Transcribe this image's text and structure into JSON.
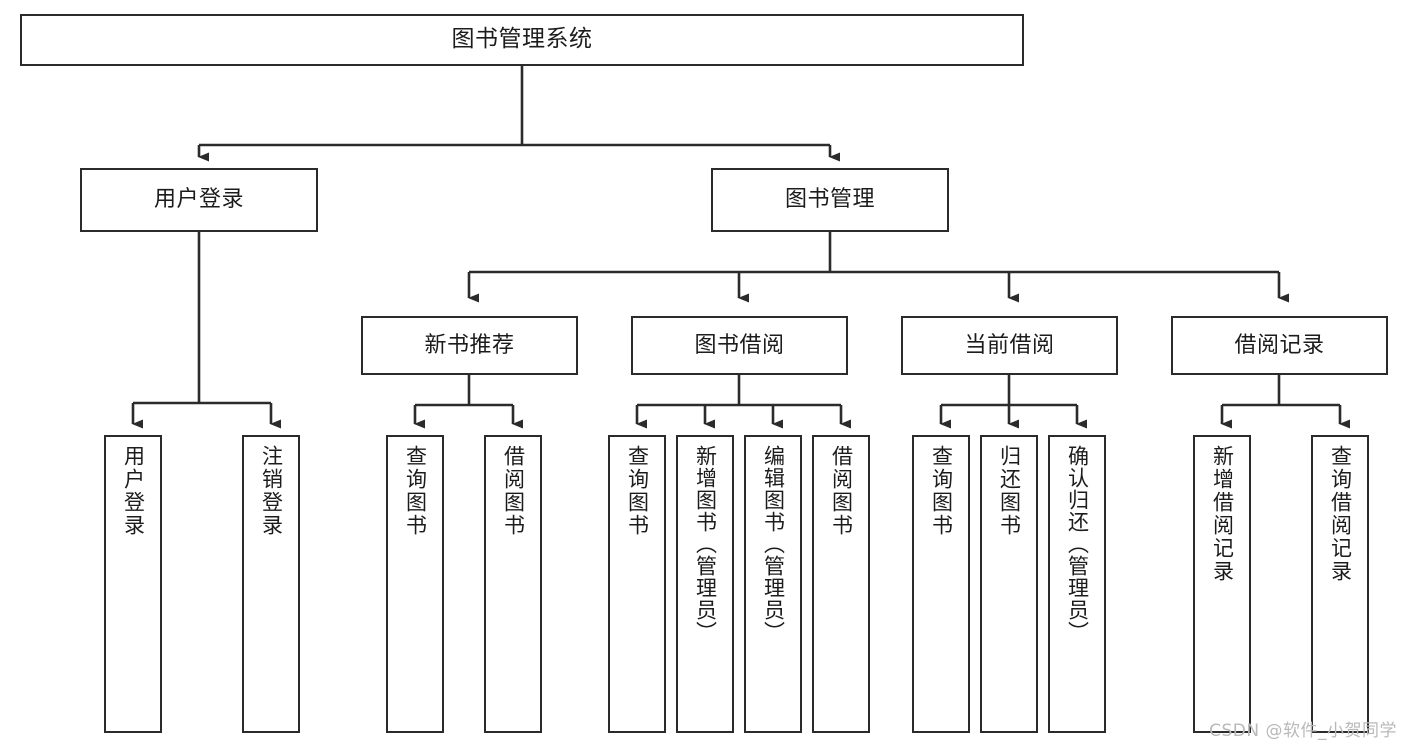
{
  "diagram": {
    "type": "tree",
    "title": "图书管理系统",
    "background_color": "#ffffff",
    "box_border_color": "#2b2b2b",
    "text_color": "#1c1c1c",
    "connector_color": "#2b2b2b",
    "levels": 4
  },
  "root": {
    "label": "图书管理系统"
  },
  "level2": [
    {
      "label": "用户登录"
    },
    {
      "label": "图书管理"
    }
  ],
  "level3": [
    {
      "label": "新书推荐"
    },
    {
      "label": "图书借阅"
    },
    {
      "label": "当前借阅"
    },
    {
      "label": "借阅记录"
    }
  ],
  "leaves": {
    "user_login": [
      {
        "label": "用户登录"
      },
      {
        "label": "注销登录"
      }
    ],
    "new_book_recommend": [
      {
        "label": "查询图书"
      },
      {
        "label": "借阅图书"
      }
    ],
    "book_borrow": [
      {
        "label": "查询图书"
      },
      {
        "label": "新增图书（管理员）"
      },
      {
        "label": "编辑图书（管理员）"
      },
      {
        "label": "借阅图书"
      }
    ],
    "current_borrow": [
      {
        "label": "查询图书"
      },
      {
        "label": "归还图书"
      },
      {
        "label": "确认归还（管理员）"
      }
    ],
    "borrow_records": [
      {
        "label": "新增借阅记录"
      },
      {
        "label": "查询借阅记录"
      }
    ]
  },
  "watermark": {
    "text": "CSDN @软件_小贺同学"
  }
}
